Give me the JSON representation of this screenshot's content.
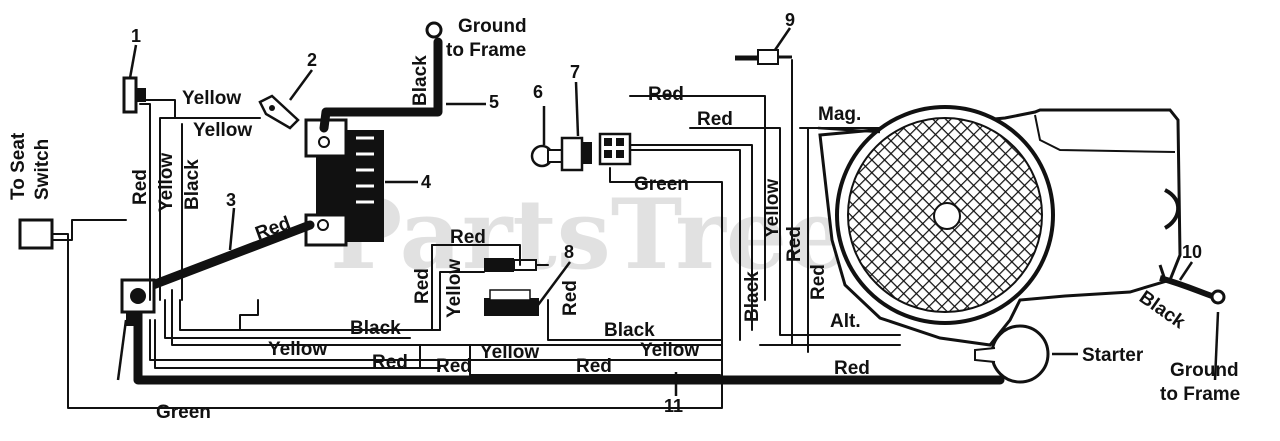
{
  "labels": {
    "ground_top": [
      "Ground",
      "to Frame"
    ],
    "ground_right": [
      "Ground",
      "to Frame"
    ],
    "seat_switch": [
      "To Seat",
      "Switch"
    ],
    "starter": "Starter",
    "mag": "Mag.",
    "alt": "Alt."
  },
  "callouts": [
    "1",
    "2",
    "3",
    "4",
    "5",
    "6",
    "7",
    "8",
    "9",
    "10",
    "11"
  ],
  "wire_colors": {
    "yellow": "Yellow",
    "red": "Red",
    "black": "Black",
    "green": "Green"
  },
  "watermark": "PartsTree",
  "colors": {
    "ink": "#111111",
    "paper": "#ffffff",
    "watermark": "#c9c9c9"
  }
}
